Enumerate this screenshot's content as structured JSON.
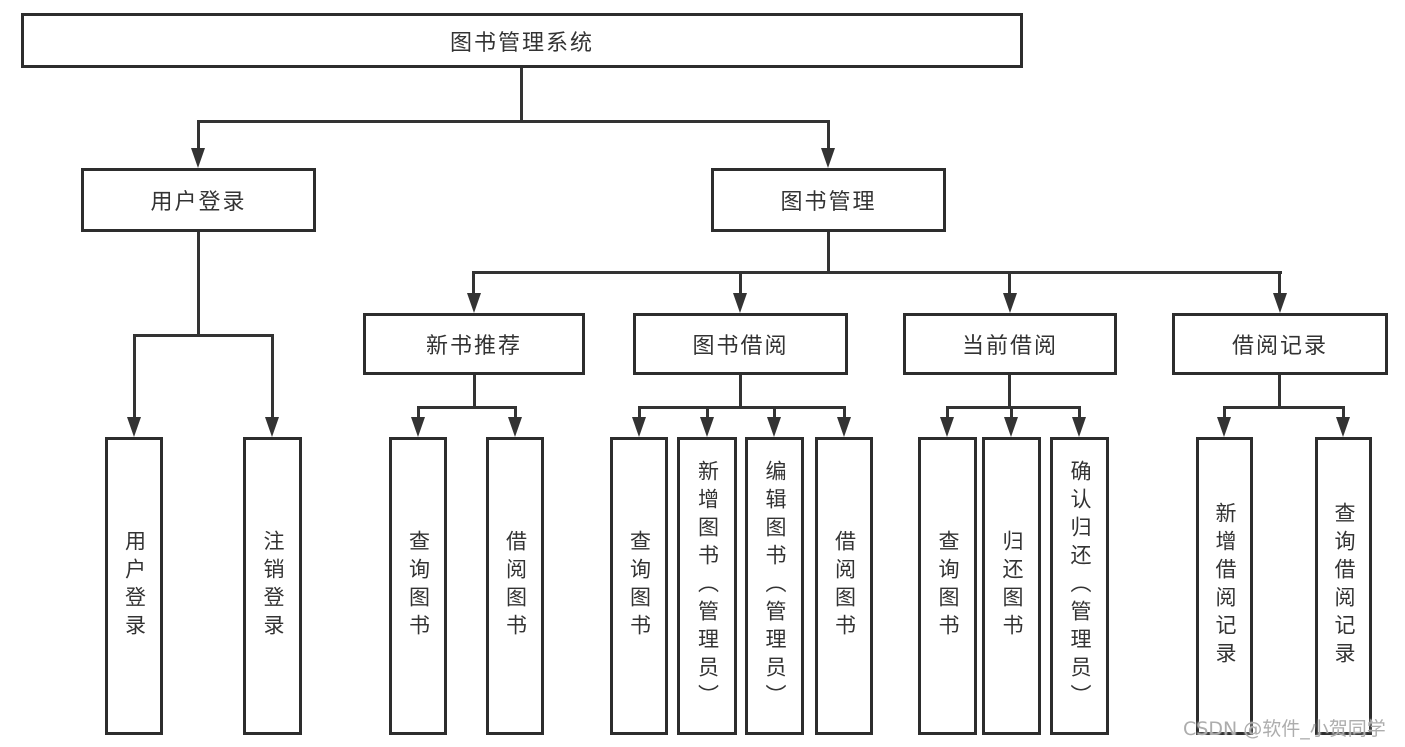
{
  "diagram": {
    "type": "hierarchy-tree",
    "line_color": "#333333",
    "box_border_color": "#2d2d2d",
    "text_color": "#333333",
    "tree": {
      "label": "图书管理系统",
      "children": [
        {
          "label": "用户登录",
          "children": [
            {
              "label": "用户登录"
            },
            {
              "label": "注销登录"
            }
          ]
        },
        {
          "label": "图书管理",
          "children": [
            {
              "label": "新书推荐",
              "children": [
                {
                  "label": "查询图书"
                },
                {
                  "label": "借阅图书"
                }
              ]
            },
            {
              "label": "图书借阅",
              "children": [
                {
                  "label": "查询图书"
                },
                {
                  "label": "新增图书（管理员）"
                },
                {
                  "label": "编辑图书（管理员）"
                },
                {
                  "label": "借阅图书"
                }
              ]
            },
            {
              "label": "当前借阅",
              "children": [
                {
                  "label": "查询图书"
                },
                {
                  "label": "归还图书"
                },
                {
                  "label": "确认归还（管理员）"
                }
              ]
            },
            {
              "label": "借阅记录",
              "children": [
                {
                  "label": "新增借阅记录"
                },
                {
                  "label": "查询借阅记录"
                }
              ]
            }
          ]
        }
      ]
    },
    "watermark": "CSDN @软件_小贺同学"
  }
}
